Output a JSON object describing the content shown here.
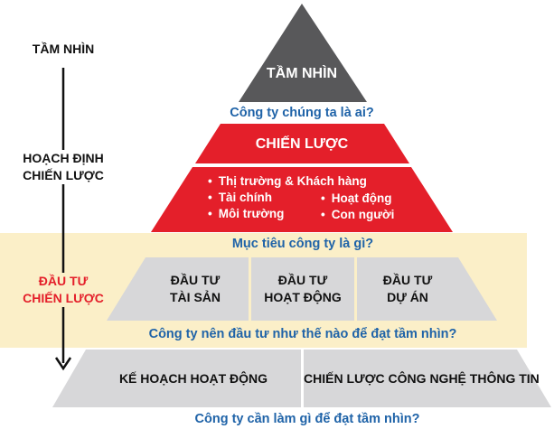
{
  "side_labels": {
    "vision": "TẦM NHÌN",
    "strategic_planning": [
      "HOẠCH ĐỊNH",
      "CHIẾN LƯỢC"
    ],
    "strategic_investment": [
      "ĐẦU TƯ",
      "CHIẾN LƯỢC"
    ]
  },
  "pyramid": {
    "vision": {
      "title": "TẦM NHÌN",
      "question": "Công ty chúng ta là ai?"
    },
    "strategy": {
      "title": "CHIẾN LƯỢC",
      "bullets_left": [
        "Thị trường & Khách hàng",
        "Tài chính",
        "Môi trường"
      ],
      "bullets_right": [
        "Hoạt động",
        "Con người"
      ],
      "question": "Mục tiêu công ty là gì?"
    },
    "investment": {
      "boxes": [
        [
          "ĐẦU TƯ",
          "TÀI SẢN"
        ],
        [
          "ĐẦU TƯ",
          "HOẠT ĐỘNG"
        ],
        [
          "ĐẦU TƯ",
          "DỰ ÁN"
        ]
      ],
      "question": "Công ty nên đầu tư như thế nào để đạt tầm nhìn?"
    },
    "base": {
      "boxes": [
        "KẾ HOẠCH HOẠT ĐỘNG",
        "CHIẾN LƯỢC CÔNG NGHỆ THÔNG TIN"
      ],
      "question": "Công ty cần làm gì để đạt tầm nhìn?"
    }
  },
  "colors": {
    "vision_fill": "#58585a",
    "strategy_fill": "#e41f2a",
    "band_fill": "#fbefc8",
    "box_fill": "#d7d7d9",
    "caption_blue": "#1f63a8",
    "side_red": "#e41f2a"
  }
}
